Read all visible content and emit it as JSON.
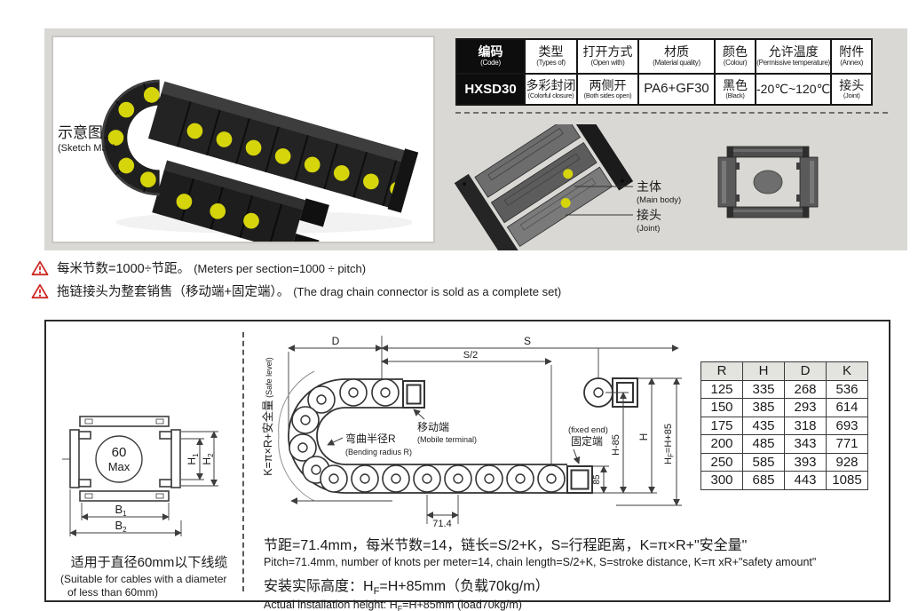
{
  "colors": {
    "panel_bg": "#d9d8d4",
    "chain_black": "#1f1f1f",
    "dot_yellow": "#d6d50c",
    "warning_red": "#ce2823",
    "dim_table_header_bg": "#e3e3df",
    "line": "#3d3d3d"
  },
  "spec_table": {
    "headers": [
      {
        "zh": "编码",
        "en": "(Code)"
      },
      {
        "zh": "类型",
        "en": "(Types of)"
      },
      {
        "zh": "打开方式",
        "en": "(Open with)"
      },
      {
        "zh": "材质",
        "en": "(Material quality)"
      },
      {
        "zh": "颜色",
        "en": "(Colour)"
      },
      {
        "zh": "允许温度",
        "en": "(Permissive temperature)"
      },
      {
        "zh": "附件",
        "en": "(Annex)"
      }
    ],
    "values": [
      {
        "zh": "HXSD30",
        "en": ""
      },
      {
        "zh": "多彩封闭",
        "en": "(Colorful closure)"
      },
      {
        "zh": "两侧开",
        "en": "(Both sides open)"
      },
      {
        "zh": "PA6+GF30",
        "en": ""
      },
      {
        "zh": "黑色",
        "en": "(Black)"
      },
      {
        "zh": "-20℃~120℃",
        "en": ""
      },
      {
        "zh": "接头",
        "en": "(Joint)"
      }
    ]
  },
  "sketch_map": {
    "title_zh": "示意图",
    "title_en": "(Sketch Map)",
    "main_body_zh": "主体",
    "main_body_en": "(Main body)",
    "joint_zh": "接头",
    "joint_en": "(Joint)"
  },
  "notes": [
    {
      "zh": "每米节数=1000÷节距。",
      "en": "(Meters per section=1000 ÷ pitch)"
    },
    {
      "zh": "拖链接头为整套销售（移动端+固定端）。",
      "en": "(The drag chain connector is sold as a complete set)"
    }
  ],
  "diagram": {
    "safe_zh": "K=π×R+安全量",
    "safe_en": " (Safe level)",
    "dim_d": "D",
    "dim_s": "S",
    "dim_s_half": "S/2",
    "dim_pitch": "71.4",
    "dim_85": "85",
    "dim_h_minus": "H-85",
    "dim_h": "H",
    "hf_pre": "H",
    "hf_sub": "F",
    "hf_post": "=H+85",
    "mobile_zh": "移动端",
    "mobile_en": "(Mobile terminal)",
    "bend_zh": "弯曲半径R",
    "bend_en": "(Bending radius R)",
    "fixed_en": "(fixed end)",
    "fixed_zh": "固定端",
    "cross_section": {
      "c60": "60",
      "cmax": "Max",
      "h1": "H",
      "h1s": "1",
      "h2": "H",
      "h2s": "2",
      "b1": "B",
      "b1s": "1",
      "b2": "B",
      "b2s": "2",
      "caption_zh": "适用于直径60mm以下线缆",
      "caption_en1": "(Suitable for cables with a diameter",
      "caption_en2": "of less than 60mm)"
    },
    "formula1_zh": "节距=71.4mm，每米节数=14，链长=S/2+K，S=行程距离，K=π×R+\"安全量\"",
    "formula1_en": "Pitch=71.4mm, number of knots per meter=14, chain length=S/2+K, S=stroke distance, K=π xR+\"safety amount\"",
    "formula2_zh_pre": "安装实际高度：H",
    "formula2_sub": "F",
    "formula2_zh_post": "=H+85mm（负载70kg/m）",
    "formula2_en_pre": "Actual installation height: H",
    "formula2_en_post": "=H+85mm (load70kg/m)"
  },
  "dim_table": {
    "headers": [
      "R",
      "H",
      "D",
      "K"
    ],
    "rows": [
      [
        "125",
        "335",
        "268",
        "536"
      ],
      [
        "150",
        "385",
        "293",
        "614"
      ],
      [
        "175",
        "435",
        "318",
        "693"
      ],
      [
        "200",
        "485",
        "343",
        "771"
      ],
      [
        "250",
        "585",
        "393",
        "928"
      ],
      [
        "300",
        "685",
        "443",
        "1085"
      ]
    ]
  }
}
